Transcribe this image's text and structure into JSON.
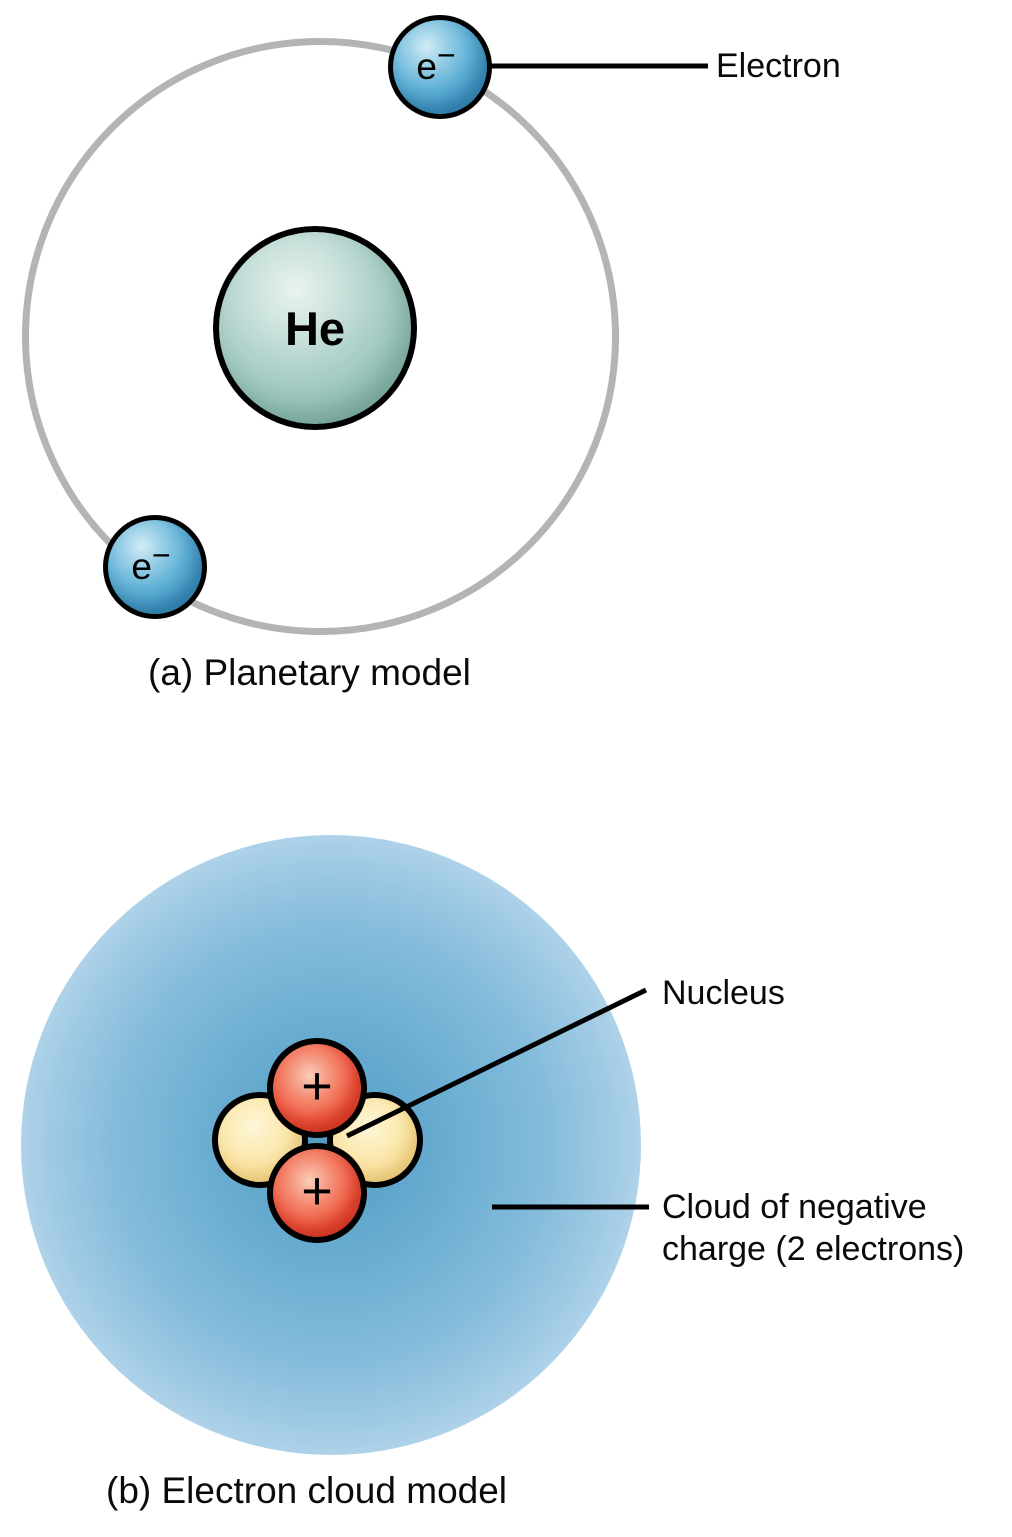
{
  "figure": {
    "background_color": "#ffffff",
    "subject": "helium atom models"
  },
  "panel_a": {
    "caption": "(a) Planetary model",
    "nucleus": {
      "label": "He",
      "color": "#a3cbc3"
    },
    "orbit": {
      "color": "#b4b4b6"
    },
    "electrons": {
      "count": 2,
      "symbol": "e",
      "charge": "−",
      "color": "#4da2cb"
    },
    "callouts": {
      "electron": "Electron"
    }
  },
  "panel_b": {
    "caption": "(b) Electron cloud model",
    "protons": {
      "count": 2,
      "symbol": "+",
      "color": "#e94a32"
    },
    "neutrons": {
      "count": 2,
      "color": "#f8dd95"
    },
    "cloud": {
      "color": "#5d9ec5"
    },
    "callouts": {
      "nucleus": "Nucleus",
      "cloud_line1": "Cloud of negative",
      "cloud_line2": "charge (2 electrons)"
    }
  }
}
